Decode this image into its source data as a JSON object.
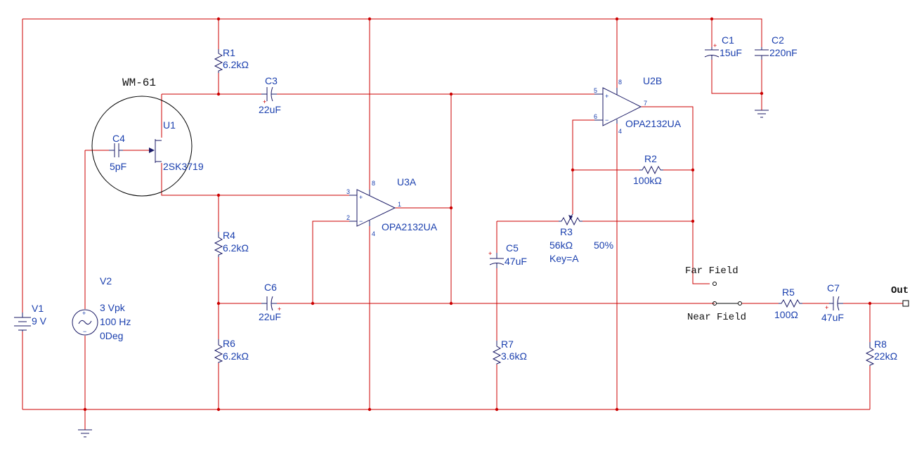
{
  "components": {
    "wm61": {
      "label": "WM-61"
    },
    "u1": {
      "ref": "U1",
      "part": "2SK3719"
    },
    "c4": {
      "ref": "C4",
      "value": "5pF"
    },
    "r1": {
      "ref": "R1",
      "value": "6.2kΩ"
    },
    "c3": {
      "ref": "C3",
      "value": "22uF"
    },
    "r4": {
      "ref": "R4",
      "value": "6.2kΩ"
    },
    "c6": {
      "ref": "C6",
      "value": "22uF"
    },
    "r6": {
      "ref": "R6",
      "value": "6.2kΩ"
    },
    "v1": {
      "ref": "V1",
      "value": "9 V"
    },
    "v2": {
      "ref": "V2",
      "amplitude": "3 Vpk",
      "frequency": "100 Hz",
      "phase": "0Deg"
    },
    "u3a": {
      "ref": "U3A",
      "part": "OPA2132UA",
      "pins": {
        "pos": "3",
        "neg": "2",
        "out": "1",
        "vplus": "8",
        "vminus": "4"
      }
    },
    "u2b": {
      "ref": "U2B",
      "part": "OPA2132UA",
      "pins": {
        "pos": "5",
        "neg": "6",
        "out": "7",
        "vplus": "8",
        "vminus": "4"
      }
    },
    "r2": {
      "ref": "R2",
      "value": "100kΩ"
    },
    "r3": {
      "ref": "R3",
      "value": "56kΩ",
      "key": "Key=A",
      "setting": "50%"
    },
    "c5": {
      "ref": "C5",
      "value": "47uF"
    },
    "r7": {
      "ref": "R7",
      "value": "3.6kΩ"
    },
    "c1": {
      "ref": "C1",
      "value": "15uF"
    },
    "c2": {
      "ref": "C2",
      "value": "220nF"
    },
    "r5": {
      "ref": "R5",
      "value": "100Ω"
    },
    "c7": {
      "ref": "C7",
      "value": "47uF"
    },
    "r8": {
      "ref": "R8",
      "value": "22kΩ"
    }
  },
  "switch": {
    "far_label": "Far Field",
    "near_label": "Near Field"
  },
  "output": {
    "label": "Out"
  },
  "colors": {
    "wire": "#cc0000",
    "symbol": "#1a1a66",
    "label": "#1a3fae"
  }
}
